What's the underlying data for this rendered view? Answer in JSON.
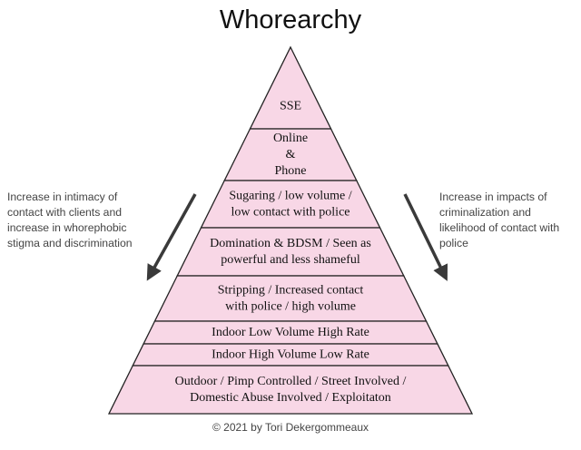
{
  "title": "Whorearchy",
  "left_note": {
    "lines": [
      "Increase in intimacy of",
      "contact with clients and",
      "increase in whorephobic",
      "stigma and discrimination"
    ]
  },
  "right_note": {
    "lines": [
      "Increase in impacts of",
      "criminalization and",
      "likelihood of contact with",
      "police"
    ]
  },
  "tiers": [
    {
      "lines": [
        "SSE"
      ]
    },
    {
      "lines": [
        "Online",
        "&",
        "Phone"
      ]
    },
    {
      "lines": [
        "Sugaring / low volume /",
        "low contact with police"
      ]
    },
    {
      "lines": [
        "Domination & BDSM / Seen as",
        "powerful and less shameful"
      ]
    },
    {
      "lines": [
        "Stripping / Increased contact",
        "with police / high volume"
      ]
    },
    {
      "lines": [
        "Indoor Low Volume High Rate"
      ]
    },
    {
      "lines": [
        "Indoor High Volume Low Rate"
      ]
    },
    {
      "lines": [
        "Outdoor / Pimp Controlled / Street Involved /",
        "Domestic Abuse Involved / Exploitaton"
      ]
    }
  ],
  "credit": "© 2021 by Tori Dekergommeaux",
  "colors": {
    "fill": "#f8d7e6",
    "stroke": "#222222",
    "arrow": "#3a3a3a"
  }
}
